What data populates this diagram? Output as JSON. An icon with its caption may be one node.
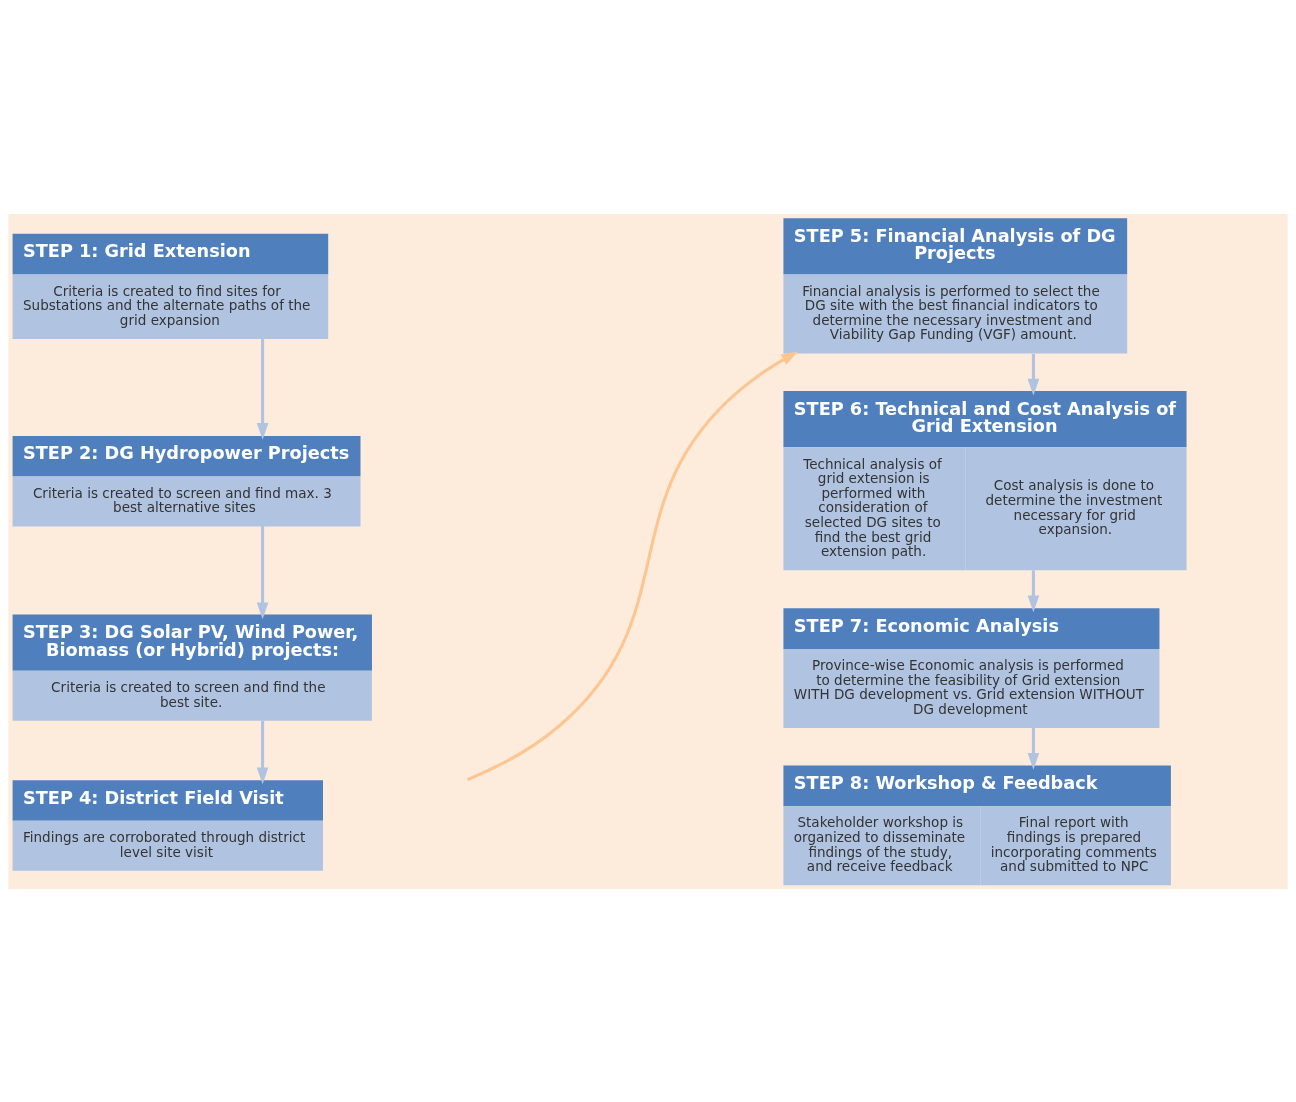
{
  "diagram": {
    "nodes": [
      {
        "text": [
          "STEP 1: Grid Extension",
          "Criteria is created to find sites for Substations and the alternate paths of the grid expansion"
        ]
      },
      {
        "text": [
          "STEP 2: DG Hydropower Projects",
          "Criteria is created to screen and find max. 3 best alternative sites"
        ]
      },
      {
        "text": [
          "STEP 3: DG Solar PV, Wind Power, Biomass (or Hybrid) projects:",
          "Criteria is created to screen and find the best site."
        ]
      },
      {
        "text": [
          "STEP 4: District Field Visit",
          "Findings are corroborated through district level site visit"
        ]
      },
      {
        "text": [
          "STEP 5: Financial Analysis of DG Projects",
          "Financial analysis is performed to select the DG site with the best financial indicators to determine the necessary investment and Viability Gap Funding (VGF) amount."
        ]
      },
      {
        "text": [
          "STEP 6: Technical and Cost Analysis of Grid Extension",
          "Technical analysis of grid extension is performed with consideration of selected DG sites to find the best grid extension path.",
          "Cost analysis is done to determine the investment necessary for grid expansion."
        ]
      },
      {
        "text": [
          "STEP 7: Economic Analysis",
          "Province-wise Economic analysis is performed to determine the feasibility of Grid extension WITH DG development vs. Grid extension WITHOUT DG development"
        ]
      },
      {
        "text": [
          "STEP 8: Workshop & Feedback",
          "Stakeholder workshop is organized to disseminate findings of the study, and receive feedback",
          "Final report with findings is prepared incorporating comments and submitted to NPC"
        ]
      }
    ],
    "edges": [
      {
        "from": 0,
        "to": 1,
        "arrow": "to"
      },
      {
        "from": 1,
        "to": 2,
        "arrow": "to"
      },
      {
        "from": 2,
        "to": 3,
        "arrow": "to"
      },
      {
        "from": 3,
        "to": 4,
        "arrow": "to",
        "color": "#fdc590"
      },
      {
        "from": 4,
        "to": 5,
        "arrow": "to"
      },
      {
        "from": 5,
        "to": 6,
        "arrow": "to"
      },
      {
        "from": 6,
        "to": 7,
        "arrow": "to"
      }
    ]
  }
}
